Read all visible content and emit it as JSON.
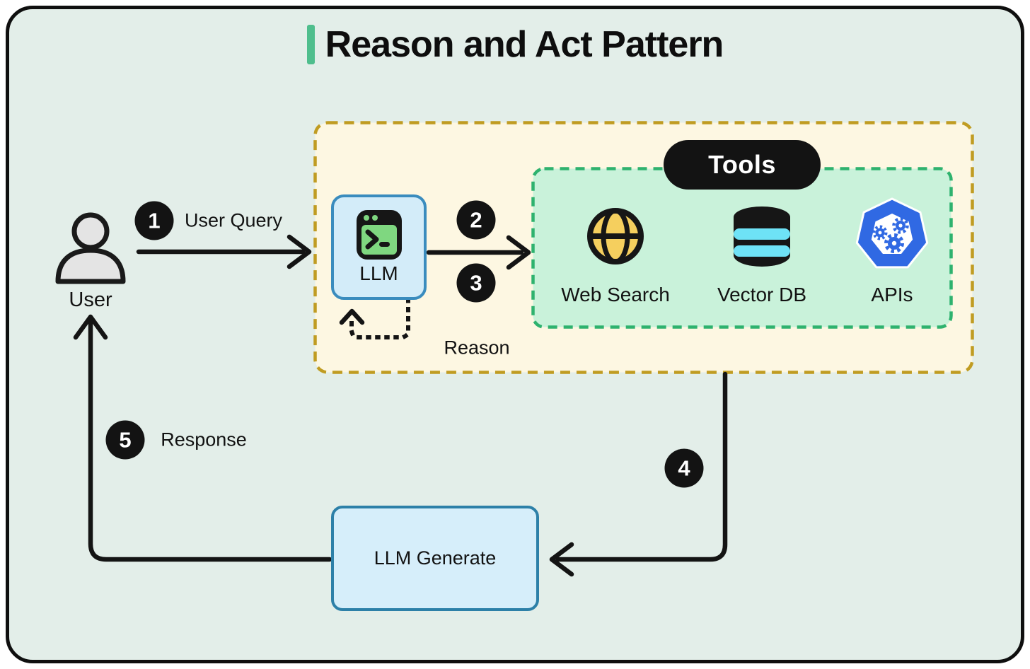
{
  "title": "Reason and Act Pattern",
  "nodes": {
    "user": {
      "label": "User"
    },
    "llm": {
      "label": "LLM"
    },
    "llm_generate": {
      "label": "LLM Generate"
    }
  },
  "tools": {
    "label": "Tools",
    "items": [
      {
        "label": "Web Search",
        "icon": "globe-icon"
      },
      {
        "label": "Vector DB",
        "icon": "database-icon"
      },
      {
        "label": "APIs",
        "icon": "kubernetes-icon"
      }
    ]
  },
  "steps": [
    {
      "num": "1",
      "label": "User Query"
    },
    {
      "num": "2"
    },
    {
      "num": "3"
    },
    {
      "num": "4"
    },
    {
      "num": "5",
      "label": "Response"
    }
  ],
  "annotations": {
    "reason": "Reason"
  },
  "colors": {
    "panel_bg": "#e3eee9",
    "panel_border": "#0f0f0f",
    "title_accent": "#4fbe8d",
    "reason_box_bg": "#fdf7e2",
    "reason_box_border": "#c09c22",
    "tools_box_bg": "#c9f2da",
    "tools_box_border": "#2eb26e",
    "node_box_bg": "#d3ecf9",
    "node_box_border": "#3a8cbe",
    "badge_bg": "#131313",
    "badge_text": "#ffffff",
    "arrow": "#141414",
    "globe_yellow": "#f5cf5e",
    "db_cyan": "#6ee2f6",
    "k8s_blue": "#3069e3",
    "terminal_green": "#7fd780"
  }
}
